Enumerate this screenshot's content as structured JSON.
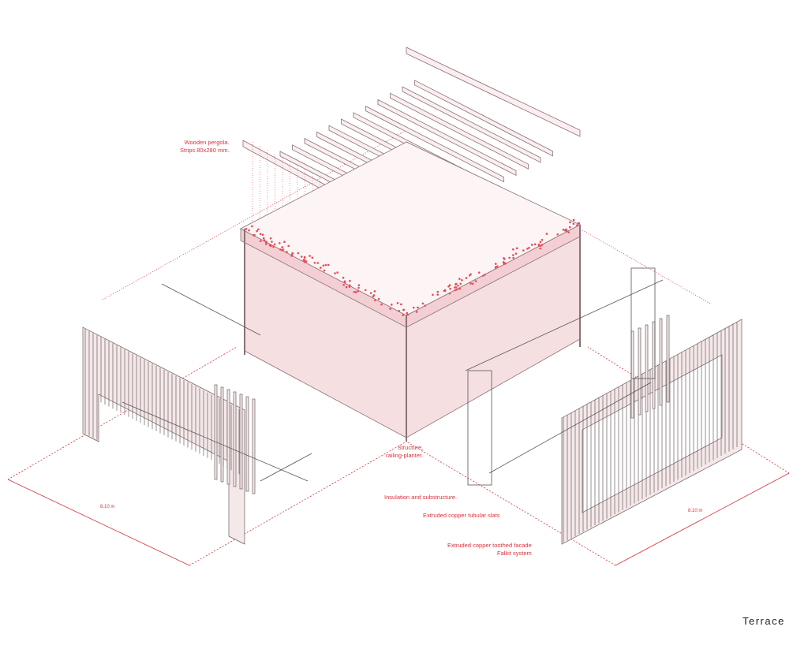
{
  "labels": {
    "pergola_line1": "Wooden pergola.",
    "pergola_line2": "Strips 80x280 mm.",
    "structure_line1": "Structure,",
    "structure_line2": "railing-planter.",
    "insulation": "Insulation and substructure.",
    "slats": "Extruded copper tubular slats",
    "facade_line1": "Extruded copper toothed facade",
    "facade_line2": "Falkit system",
    "dim_left": "8.10 m",
    "dim_right": "8.10 m"
  },
  "title": "Terrace",
  "colors": {
    "accent": "#d8333f",
    "line": "#7a6a6c",
    "fill": "#f6dfe1"
  }
}
